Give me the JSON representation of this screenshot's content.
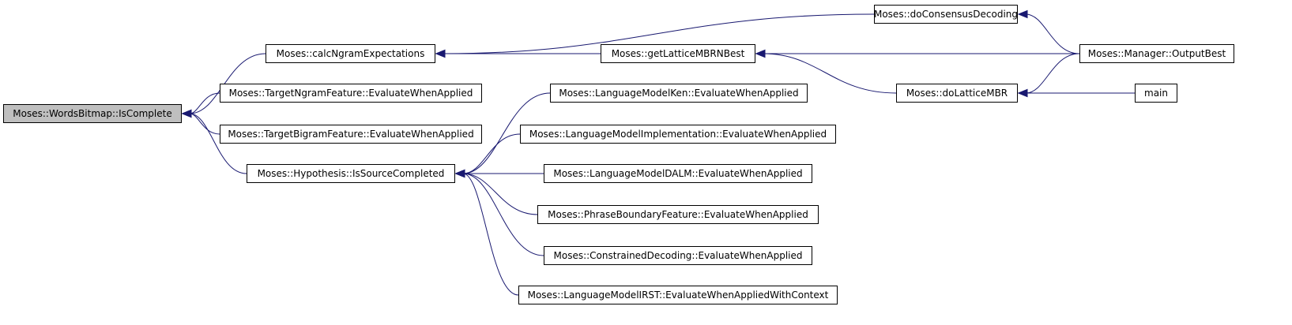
{
  "colors": {
    "edge": "#191970",
    "node_border": "#000000",
    "focus_fill": "#bfbfbf"
  },
  "nodes": {
    "words_bitmap_is_complete": "Moses::WordsBitmap::IsComplete",
    "calc_ngram_expectations": "Moses::calcNgramExpectations",
    "target_ngram_feature": "Moses::TargetNgramFeature::EvaluateWhenApplied",
    "target_bigram_feature": "Moses::TargetBigramFeature::EvaluateWhenApplied",
    "hypothesis_is_source_completed": "Moses::Hypothesis::IsSourceCompleted",
    "do_consensus_decoding": "Moses::doConsensusDecoding",
    "get_lattice_mbrn_best": "Moses::getLatticeMBRNBest",
    "manager_output_best": "Moses::Manager::OutputBest",
    "do_lattice_mbr": "Moses::doLatticeMBR",
    "main": "main",
    "lm_ken": "Moses::LanguageModelKen::EvaluateWhenApplied",
    "lm_implementation": "Moses::LanguageModelImplementation::EvaluateWhenApplied",
    "lm_dalm": "Moses::LanguageModelDALM::EvaluateWhenApplied",
    "phrase_boundary_feature": "Moses::PhraseBoundaryFeature::EvaluateWhenApplied",
    "constrained_decoding": "Moses::ConstrainedDecoding::EvaluateWhenApplied",
    "lm_irst": "Moses::LanguageModelIRST::EvaluateWhenAppliedWithContext"
  },
  "edges": [
    {
      "from": "calc_ngram_expectations",
      "to": "words_bitmap_is_complete"
    },
    {
      "from": "target_ngram_feature",
      "to": "words_bitmap_is_complete"
    },
    {
      "from": "target_bigram_feature",
      "to": "words_bitmap_is_complete"
    },
    {
      "from": "hypothesis_is_source_completed",
      "to": "words_bitmap_is_complete"
    },
    {
      "from": "do_consensus_decoding",
      "to": "calc_ngram_expectations"
    },
    {
      "from": "get_lattice_mbrn_best",
      "to": "calc_ngram_expectations"
    },
    {
      "from": "manager_output_best",
      "to": "do_consensus_decoding"
    },
    {
      "from": "manager_output_best",
      "to": "get_lattice_mbrn_best"
    },
    {
      "from": "do_lattice_mbr",
      "to": "get_lattice_mbrn_best"
    },
    {
      "from": "manager_output_best",
      "to": "do_lattice_mbr"
    },
    {
      "from": "main",
      "to": "do_lattice_mbr"
    },
    {
      "from": "lm_ken",
      "to": "hypothesis_is_source_completed"
    },
    {
      "from": "lm_implementation",
      "to": "hypothesis_is_source_completed"
    },
    {
      "from": "lm_dalm",
      "to": "hypothesis_is_source_completed"
    },
    {
      "from": "phrase_boundary_feature",
      "to": "hypothesis_is_source_completed"
    },
    {
      "from": "constrained_decoding",
      "to": "hypothesis_is_source_completed"
    },
    {
      "from": "lm_irst",
      "to": "hypothesis_is_source_completed"
    }
  ]
}
